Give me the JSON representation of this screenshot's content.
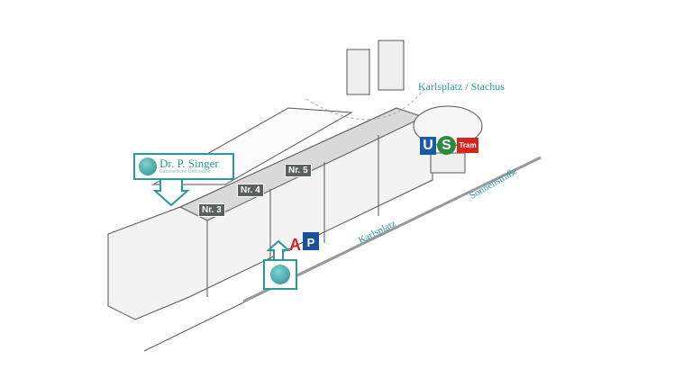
{
  "map": {
    "title": "Karlsplatz location map",
    "practice": {
      "name": "Dr. P. Singer",
      "subtitle": "Ganzheitliche Orthopädie"
    },
    "street_labels": [
      "Karlsplatz / Stachus",
      "Karlsplatz",
      "Sonnenstraße"
    ],
    "building_numbers": [
      "Nr. 3",
      "Nr. 4",
      "Nr. 5"
    ],
    "transit": {
      "u": "U",
      "s": "S",
      "tram": "Tram"
    },
    "icons": {
      "pharmacy": "A",
      "parking": "P"
    },
    "colors": {
      "accent": "#2a9a99",
      "u_bahn": "#1a5aa8",
      "s_bahn": "#2e8b3c",
      "tram": "#d7261e",
      "pharmacy": "#e0201c",
      "parking": "#1a4f9c"
    }
  }
}
